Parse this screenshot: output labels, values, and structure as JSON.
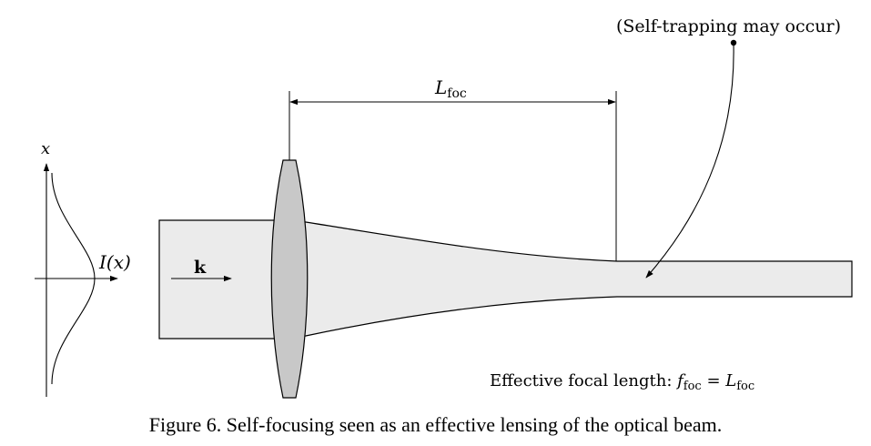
{
  "annotation": "(Self-trapping may occur)",
  "dimension": {
    "main": "L",
    "sub": "foc"
  },
  "axis_x_label": "x",
  "intensity_label": "I(x)",
  "wave_vector_label": "k",
  "focal_note": {
    "prefix": "Effective focal length: ",
    "f_main": "f",
    "f_sub": "foc",
    "equals": " = ",
    "L_main": "L",
    "L_sub": "foc"
  },
  "caption": "Figure 6. Self-focusing seen as an effective lensing of the optical beam.",
  "colors": {
    "beam_fill": "#ebebeb",
    "lens_fill": "#c8c8c8",
    "stroke": "#000000"
  }
}
